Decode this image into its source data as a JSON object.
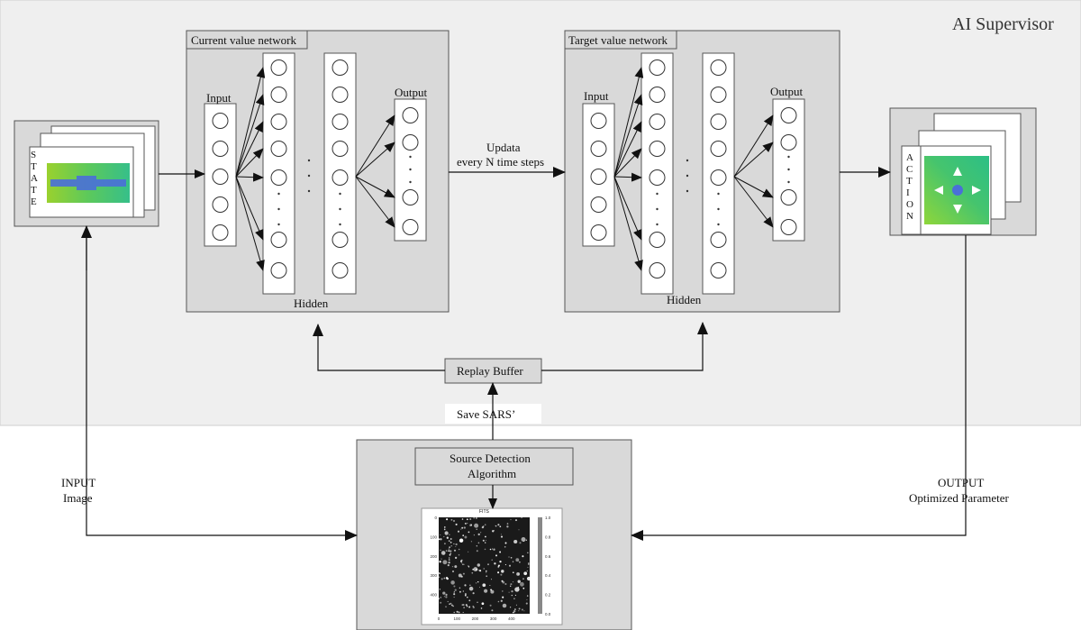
{
  "supervisor": {
    "title": "AI Supervisor"
  },
  "current_net": {
    "title": "Current value network",
    "input_label": "Input",
    "hidden_label": "Hidden",
    "output_label": "Output"
  },
  "target_net": {
    "title": "Target value network",
    "input_label": "Input",
    "hidden_label": "Hidden",
    "output_label": "Output"
  },
  "update_label": {
    "line1": "Updata",
    "line2": "every N time steps"
  },
  "state_panel": {
    "letters": [
      "S",
      "T",
      "A",
      "T",
      "E"
    ]
  },
  "action_panel": {
    "letters": [
      "A",
      "C",
      "T",
      "I",
      "O",
      "N"
    ]
  },
  "replay_buffer": {
    "label": "Replay Buffer"
  },
  "save_label": "Save SARS’",
  "source_detection": {
    "line1": "Source Detection",
    "line2": "Algorithm"
  },
  "input_label": {
    "line1": "INPUT",
    "line2": "Image"
  },
  "output_label": {
    "line1": "OUTPUT",
    "line2": "Optimized Parameter"
  },
  "fits_image": {
    "title": "FITS",
    "x_ticks": [
      "0",
      "100",
      "200",
      "300",
      "400"
    ],
    "y_ticks": [
      "0",
      "100",
      "200",
      "300",
      "400"
    ],
    "colorbar_ticks": [
      "1.0",
      "0.8",
      "0.6",
      "0.4",
      "0.2",
      "0.0"
    ]
  },
  "colors": {
    "supervisor_bg": "#efefef",
    "panel_bg": "#d9d9d9",
    "box_border": "#555555",
    "heatmap_green": "#7ccf3a",
    "heatmap_teal": "#37c08a",
    "arrow_blue": "#4a7bd8"
  }
}
